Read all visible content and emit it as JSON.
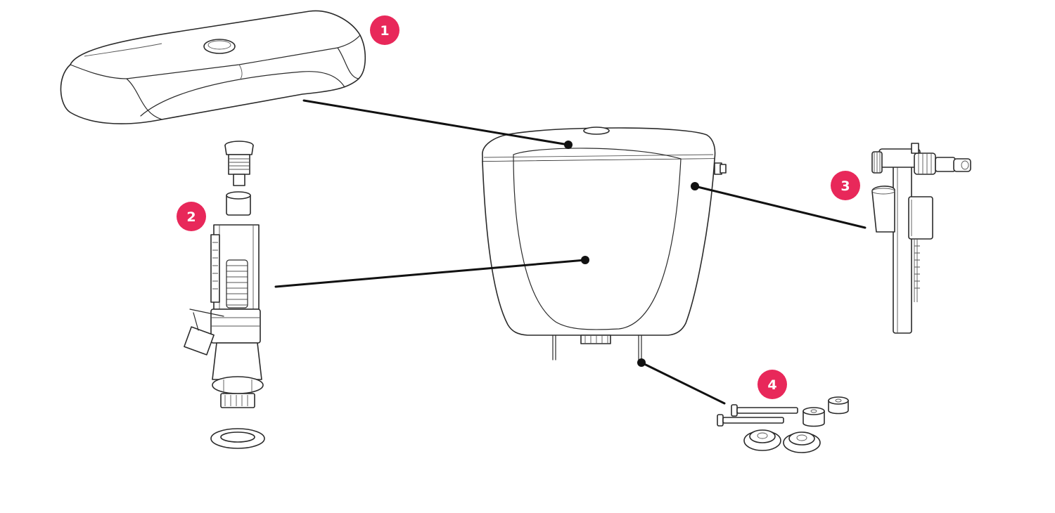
{
  "badge_color": "#e8285a",
  "callouts": [
    {
      "number": "1",
      "part": "tank-lid"
    },
    {
      "number": "2",
      "part": "flush-valve"
    },
    {
      "number": "3",
      "part": "fill-valve"
    },
    {
      "number": "4",
      "part": "mounting-bolts-kit"
    }
  ]
}
